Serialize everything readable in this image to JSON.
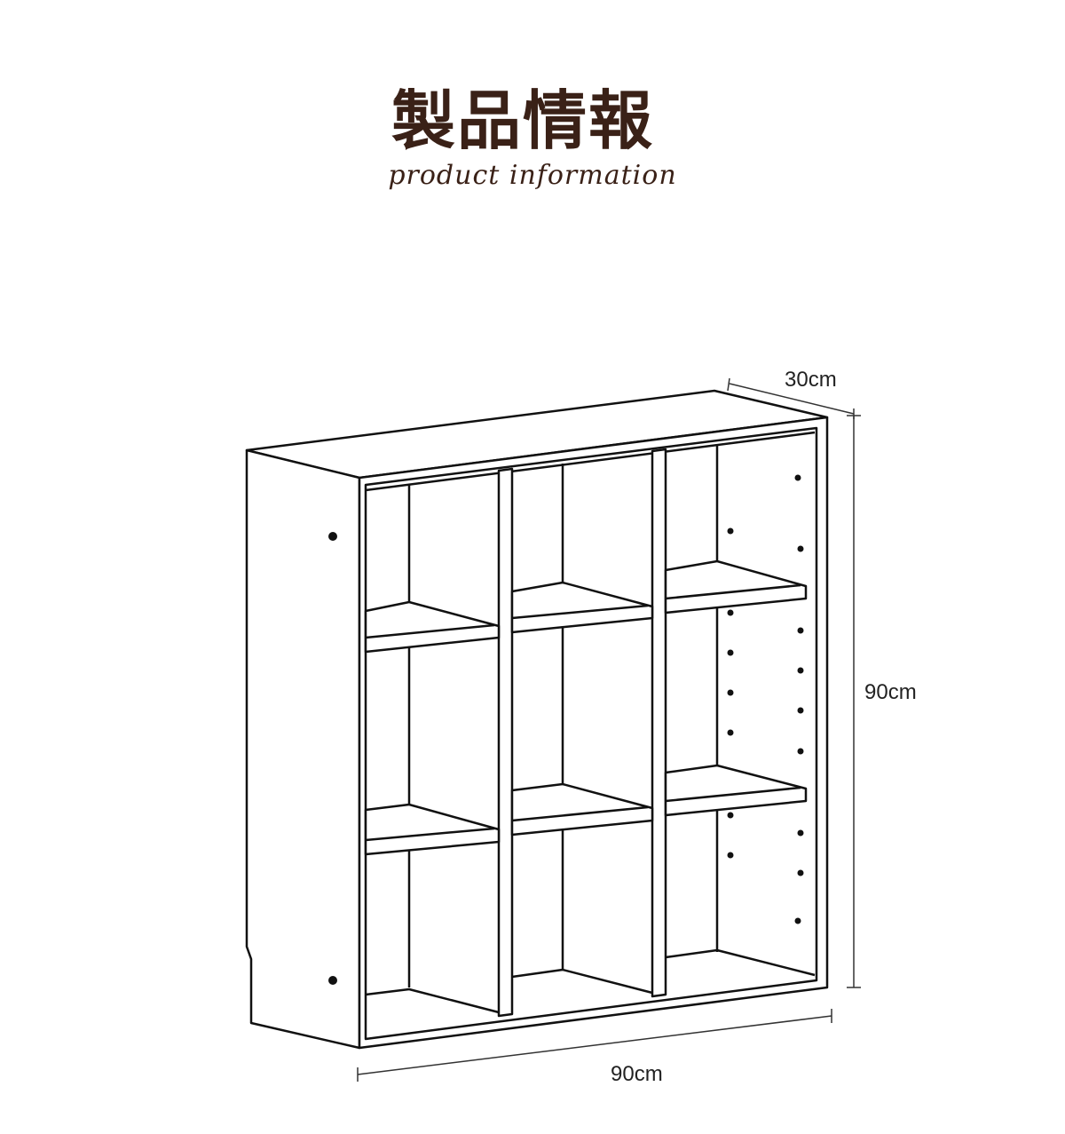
{
  "title": {
    "ja": "製品情報",
    "en": "product information"
  },
  "dimensions": {
    "depth": "30cm",
    "height": "90cm",
    "width": "90cm"
  },
  "colors": {
    "title": "#3a2117",
    "line": "#111111"
  }
}
